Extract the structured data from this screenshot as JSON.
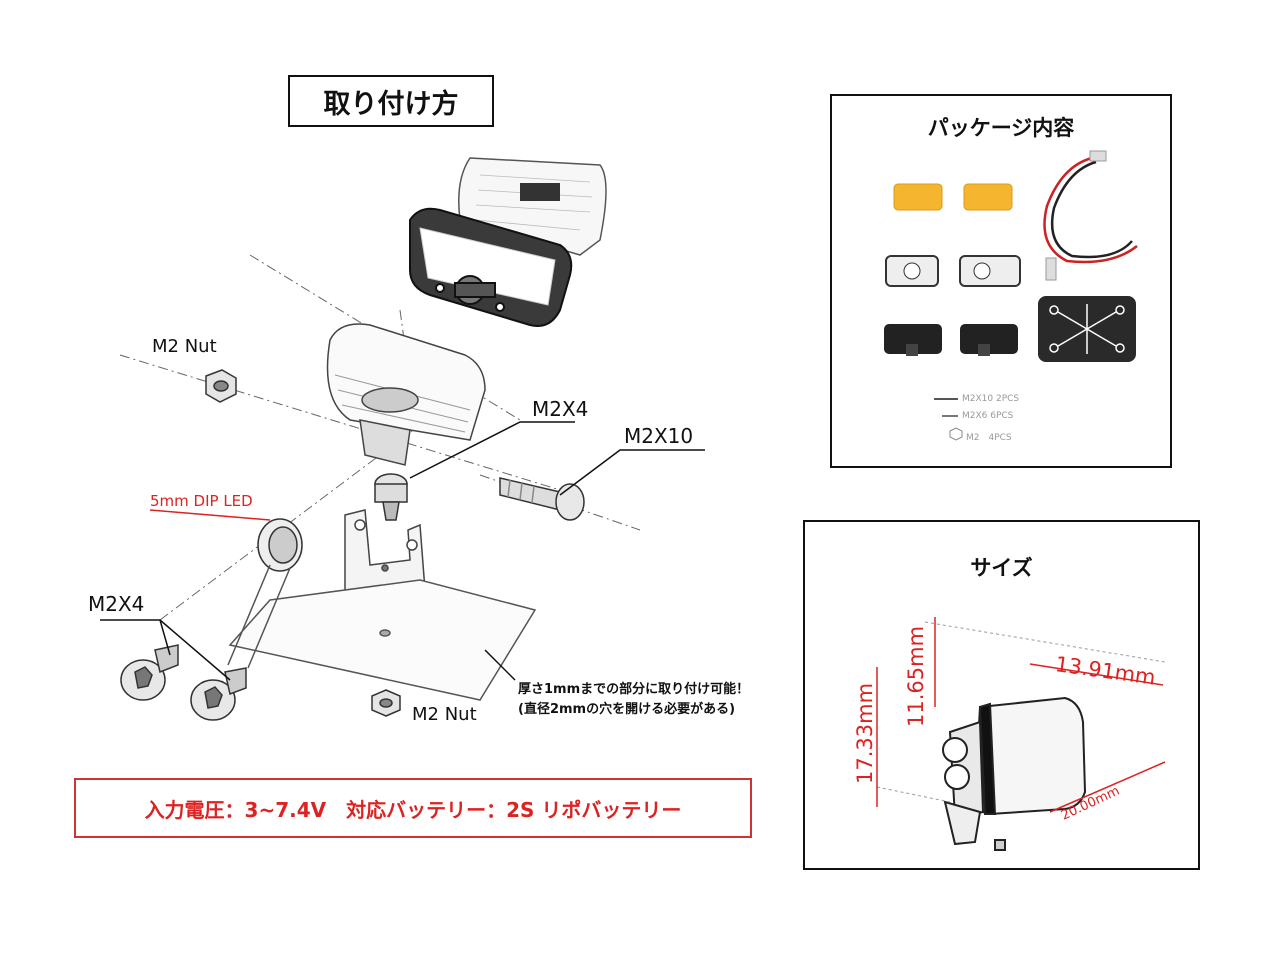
{
  "install": {
    "title": "取り付け方",
    "labels": {
      "m2_nut_top": "M2 Nut",
      "m2x4_top": "M2X4",
      "m2x10": "M2X10",
      "dip_led": "5mm DIP LED",
      "m2x4_left": "M2X4",
      "m2_nut_bottom": "M2 Nut"
    },
    "note": {
      "line1": "厚さ1mmまでの部分に取り付け可能！",
      "line2": "(直径2mmの穴を開ける必要がある)"
    }
  },
  "spec": {
    "text": "入力電圧：3~7.4V　対応バッテリー：2S リポバッテリー"
  },
  "package": {
    "title": "パッケージ内容",
    "items": [
      {
        "label": "M2X10 2PCS"
      },
      {
        "label": "M2X6 6PCS"
      },
      {
        "label": "M2　4PCS"
      }
    ]
  },
  "size": {
    "title": "サイズ",
    "dims": {
      "width": "13.91mm",
      "height1": "11.65mm",
      "height2": "17.33mm",
      "depth": "20.00mm"
    }
  },
  "colors": {
    "accent_red": "#d22222",
    "lens_amber": "#f5b52e"
  }
}
